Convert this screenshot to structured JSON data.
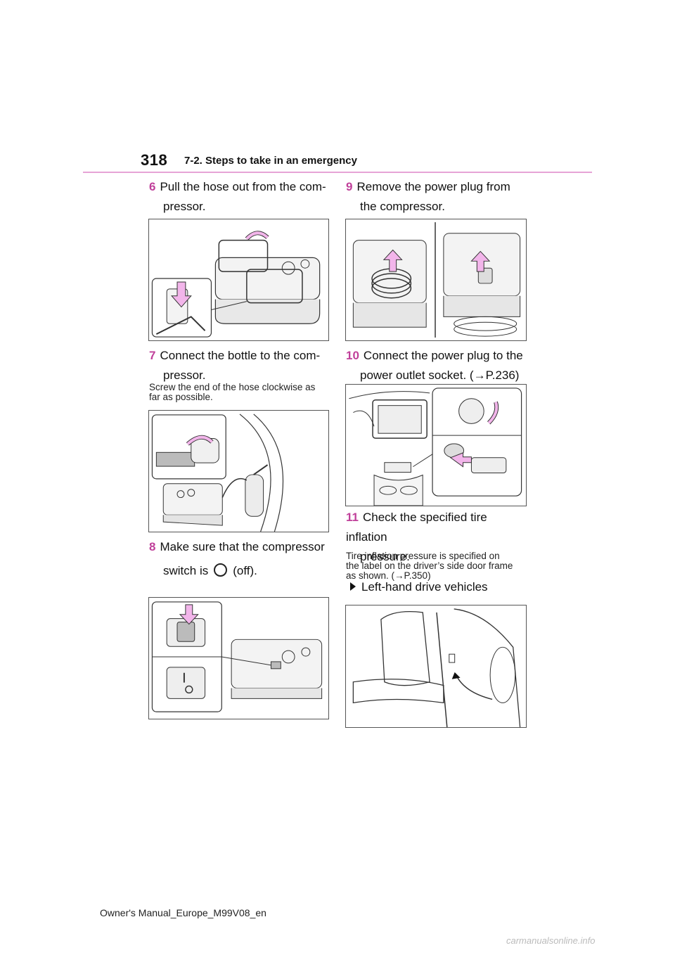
{
  "header": {
    "page_number": "318",
    "section": "7-2. Steps to take in an emergency"
  },
  "left_column": {
    "step6": {
      "num": "6",
      "line1": "Pull the hose out from the com-",
      "line2": "pressor."
    },
    "step7": {
      "num": "7",
      "line1": "Connect the bottle to the com-",
      "line2": "pressor.",
      "note_line1": "Screw the end of the hose clockwise as",
      "note_line2": "far as possible."
    },
    "step8": {
      "num": "8",
      "line1": "Make sure that the compressor",
      "line2_pre": "switch is",
      "line2_post": "(off)."
    }
  },
  "right_column": {
    "step9": {
      "num": "9",
      "line1": "Remove the power plug from",
      "line2": "the compressor."
    },
    "step10": {
      "num": "10",
      "line1": "Connect the power plug to the",
      "line2": "power outlet socket. (→P.236)"
    },
    "step11": {
      "num": "11",
      "line1": "Check the specified tire inflation",
      "line2": "pressure.",
      "note_line1": "Tire inflation pressure is specified on",
      "note_line2": "the label on the driver’s side door frame",
      "note_line3": "as shown. (→P.350)"
    },
    "bullet": "Left-hand drive vehicles"
  },
  "colors": {
    "accent": "#c0409a",
    "rule": "#e6a4d6",
    "arrow_fill": "#f2b5ea"
  },
  "footer": {
    "manual": "Owner's Manual_Europe_M99V08_en",
    "watermark": "carmanualsonline.info"
  }
}
